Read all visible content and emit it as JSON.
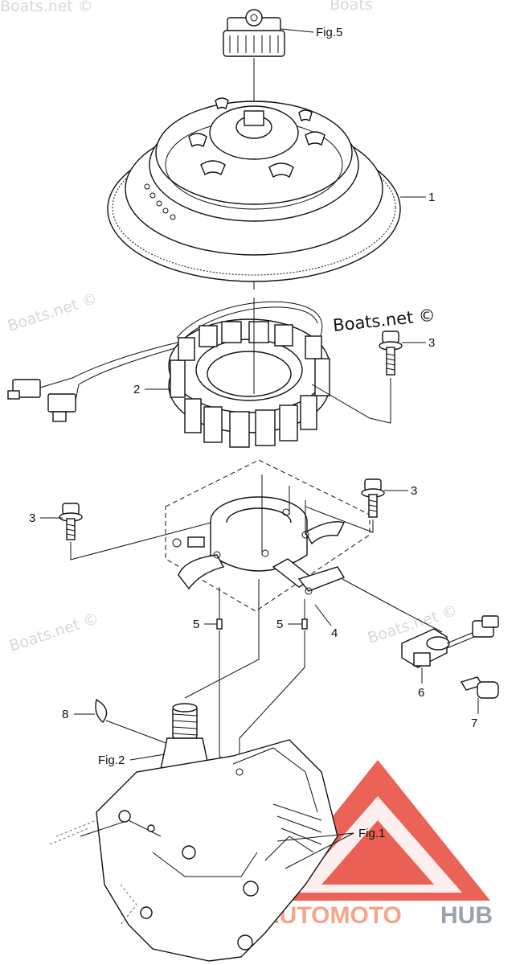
{
  "callouts": {
    "c1": "1",
    "c2": "2",
    "c3a": "3",
    "c3b": "3",
    "c3c": "3",
    "c4": "4",
    "c5a": "5",
    "c5b": "5",
    "c6": "6",
    "c7": "7",
    "c8": "8"
  },
  "figure_refs": {
    "fig5": "Fig.5",
    "fig2": "Fig.2",
    "fig1": "Fig.1"
  },
  "watermarks": {
    "top": "Boats.net ©",
    "left_mid": "Boats.net ©",
    "center": "Boats.net ©",
    "left_low": "Boats.net ©",
    "right_low": "Boats.net ©",
    "top_right": "Boats"
  },
  "brand": {
    "part_a": "AUTOMOTO",
    "part_b": "HUB",
    "accent_color": "#e8473a",
    "secondary_color": "#9aa2ad"
  }
}
